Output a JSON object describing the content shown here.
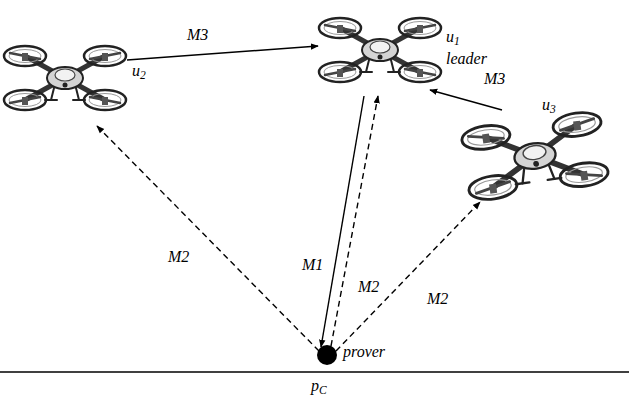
{
  "diagram": {
    "nodes": [
      {
        "text": [
          "u1",
          "leader"
        ]
      },
      {
        "text": [
          "u2"
        ]
      },
      {
        "text": [
          "u3"
        ]
      },
      {
        "text": [
          "prover",
          "pC"
        ]
      }
    ],
    "edges": [
      {
        "from": 0,
        "to": 3,
        "arrow": "to",
        "label": "M1"
      },
      {
        "from": 3,
        "to": 0,
        "arrow": "to",
        "label": "M2"
      },
      {
        "from": 3,
        "to": 1,
        "arrow": "to",
        "label": "M2"
      },
      {
        "from": 3,
        "to": 2,
        "arrow": "to",
        "label": "M2"
      },
      {
        "from": 1,
        "to": 0,
        "arrow": "to",
        "label": "M3"
      },
      {
        "from": 2,
        "to": 0,
        "arrow": "to",
        "label": "M3"
      }
    ]
  }
}
